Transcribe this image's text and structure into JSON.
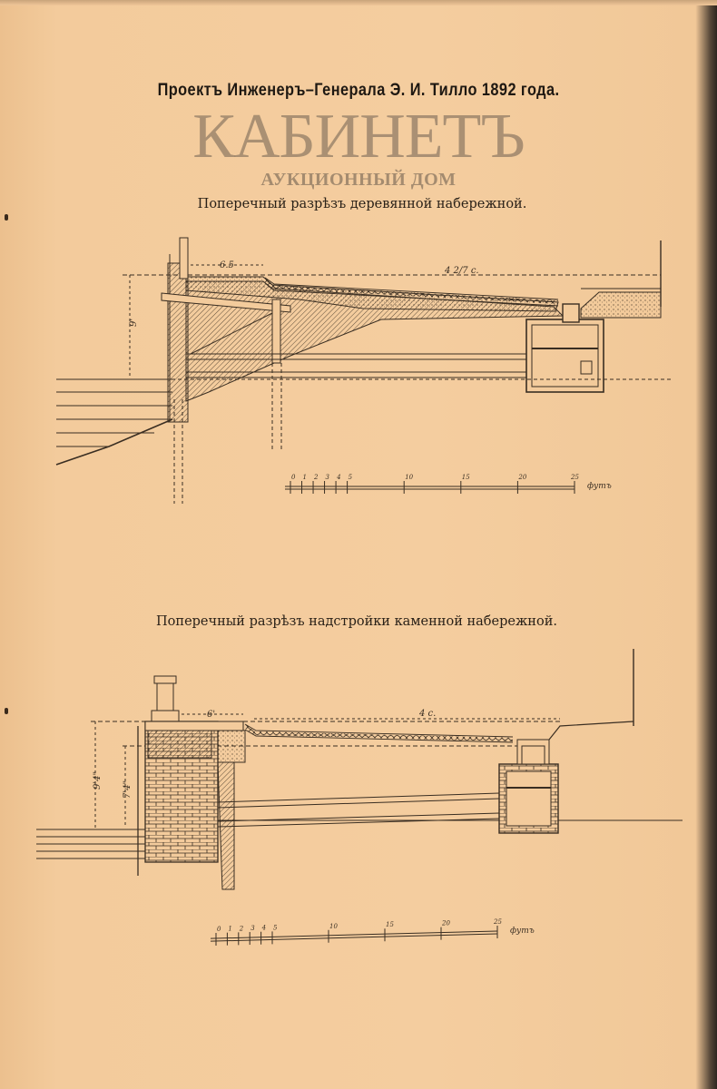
{
  "title": "Проектъ Инженеръ–Генерала Э. И. Тилло 1892 года.",
  "watermark": {
    "main": "КАБИНЕТЪ",
    "sub": "АУКЦИОННЫЙ ДОМ"
  },
  "figure1": {
    "caption": "Поперечный разрѣзъ деревянной набережной.",
    "dims": {
      "width_top": "6.5",
      "slope": "4 2/7 c.",
      "height": "9'"
    },
    "scale": {
      "ticks": [
        "0",
        "1",
        "2",
        "3",
        "4",
        "5",
        "10",
        "15",
        "20",
        "25"
      ],
      "unit": "футъ"
    }
  },
  "figure2": {
    "caption": "Поперечный разрѣзъ надстройки каменной набережной.",
    "dims": {
      "width_top": "6'",
      "slope": "4 c.",
      "height_outer": "9'4\"",
      "height_inner": "7'4\""
    },
    "scale": {
      "ticks": [
        "0",
        "1",
        "2",
        "3",
        "4",
        "5",
        "10",
        "15",
        "20",
        "25"
      ],
      "unit": "футъ"
    }
  }
}
